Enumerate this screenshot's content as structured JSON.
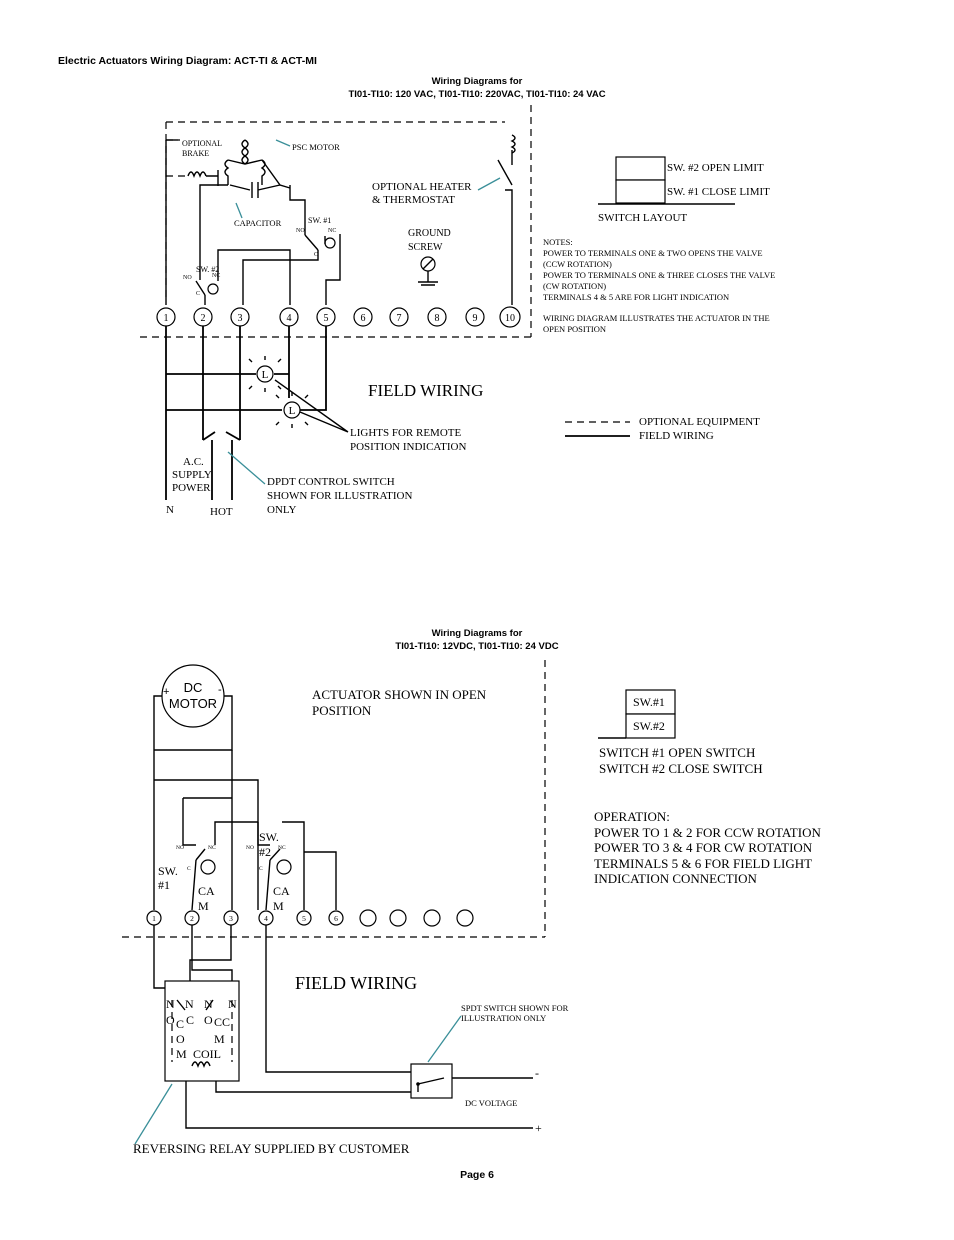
{
  "header": {
    "title": "Electric Actuators Wiring Diagram: ACT-TI & ACT-MI"
  },
  "diagram_ac": {
    "title_line1": "Wiring Diagrams for",
    "title_line2": "TI01-TI10: 120 VAC, TI01-TI10: 220VAC, TI01-TI10: 24 VAC",
    "labels": {
      "optional_brake_1": "OPTIONAL",
      "optional_brake_2": "BRAKE",
      "psc_motor": "PSC MOTOR",
      "capacitor": "CAPACITOR",
      "sw1": "SW. #1",
      "sw2": "SW. #2",
      "no": "NO",
      "nc": "NC",
      "c": "C",
      "heater_1": "OPTIONAL HEATER",
      "heater_2": "& THERMOSTAT",
      "ground_1": "GROUND",
      "ground_2": "SCREW",
      "field_wiring": "FIELD WIRING",
      "light": "L",
      "lights_1": "LIGHTS FOR REMOTE",
      "lights_2": "POSITION INDICATION",
      "ac_1": "A.C.",
      "ac_2": "SUPPLY",
      "ac_3": "POWER",
      "n": "N",
      "hot": "HOT",
      "dpdt_1": "DPDT CONTROL SWITCH",
      "dpdt_2": "SHOWN FOR ILLUSTRATION",
      "dpdt_3": "ONLY"
    },
    "terminals": [
      "1",
      "2",
      "3",
      "4",
      "5",
      "6",
      "7",
      "8",
      "9",
      "10"
    ],
    "switch_layout": {
      "sw2": "SW. #2 OPEN LIMIT",
      "sw1": "SW. #1 CLOSE LIMIT",
      "caption": "SWITCH LAYOUT"
    },
    "notes": [
      "NOTES:",
      "POWER TO TERMINALS ONE & TWO OPENS THE VALVE",
      "(CCW ROTATION)",
      "POWER TO TERMINALS ONE & THREE CLOSES THE VALVE",
      "(CW ROTATION)",
      "TERMINALS 4 & 5 ARE FOR LIGHT INDICATION",
      "WIRING DIAGRAM ILLUSTRATES THE ACTUATOR IN THE",
      "OPEN POSITION"
    ],
    "legend": {
      "optional": "OPTIONAL EQUIPMENT",
      "field": "FIELD WIRING"
    }
  },
  "diagram_dc": {
    "title_line1": "Wiring Diagrams for",
    "title_line2": "TI01-TI10: 12VDC, TI01-TI10: 24 VDC",
    "labels": {
      "motor_1": "DC",
      "motor_2": "MOTOR",
      "plus": "+",
      "minus": "-",
      "shown_1": "ACTUATOR SHOWN IN OPEN",
      "shown_2": "POSITION",
      "sw1_a": "SW.",
      "sw1_b": "#1",
      "sw2_a": "SW.",
      "sw2_b": "#2",
      "cam_a": "CA",
      "cam_b": "M",
      "no": "NO",
      "nc": "NC",
      "c": "C",
      "field_wiring": "FIELD WIRING",
      "spdt_1": "SPDT SWITCH SHOWN FOR",
      "spdt_2": "ILLUSTRATION ONLY",
      "dc_voltage": "DC VOLTAGE",
      "relay": "REVERSING RELAY SUPPLIED BY CUSTOMER",
      "relay_n": "N",
      "relay_o": "O",
      "relay_c": "C",
      "relay_m": "M",
      "relay_cc": "CC",
      "relay_coil": "COIL"
    },
    "terminals": [
      "1",
      "2",
      "3",
      "4",
      "5",
      "6"
    ],
    "switch_box": {
      "sw1": "SW.#1",
      "sw2": "SW.#2"
    },
    "switch_notes": [
      "SWITCH #1 OPEN SWITCH",
      "SWITCH #2 CLOSE SWITCH"
    ],
    "operation": [
      "OPERATION:",
      "POWER TO 1 & 2 FOR CCW ROTATION",
      "POWER TO 3 & 4 FOR CW ROTATION",
      "TERMINALS 5 & 6  FOR FIELD LIGHT",
      "INDICATION CONNECTION"
    ]
  },
  "footer": {
    "page": "Page 6"
  }
}
